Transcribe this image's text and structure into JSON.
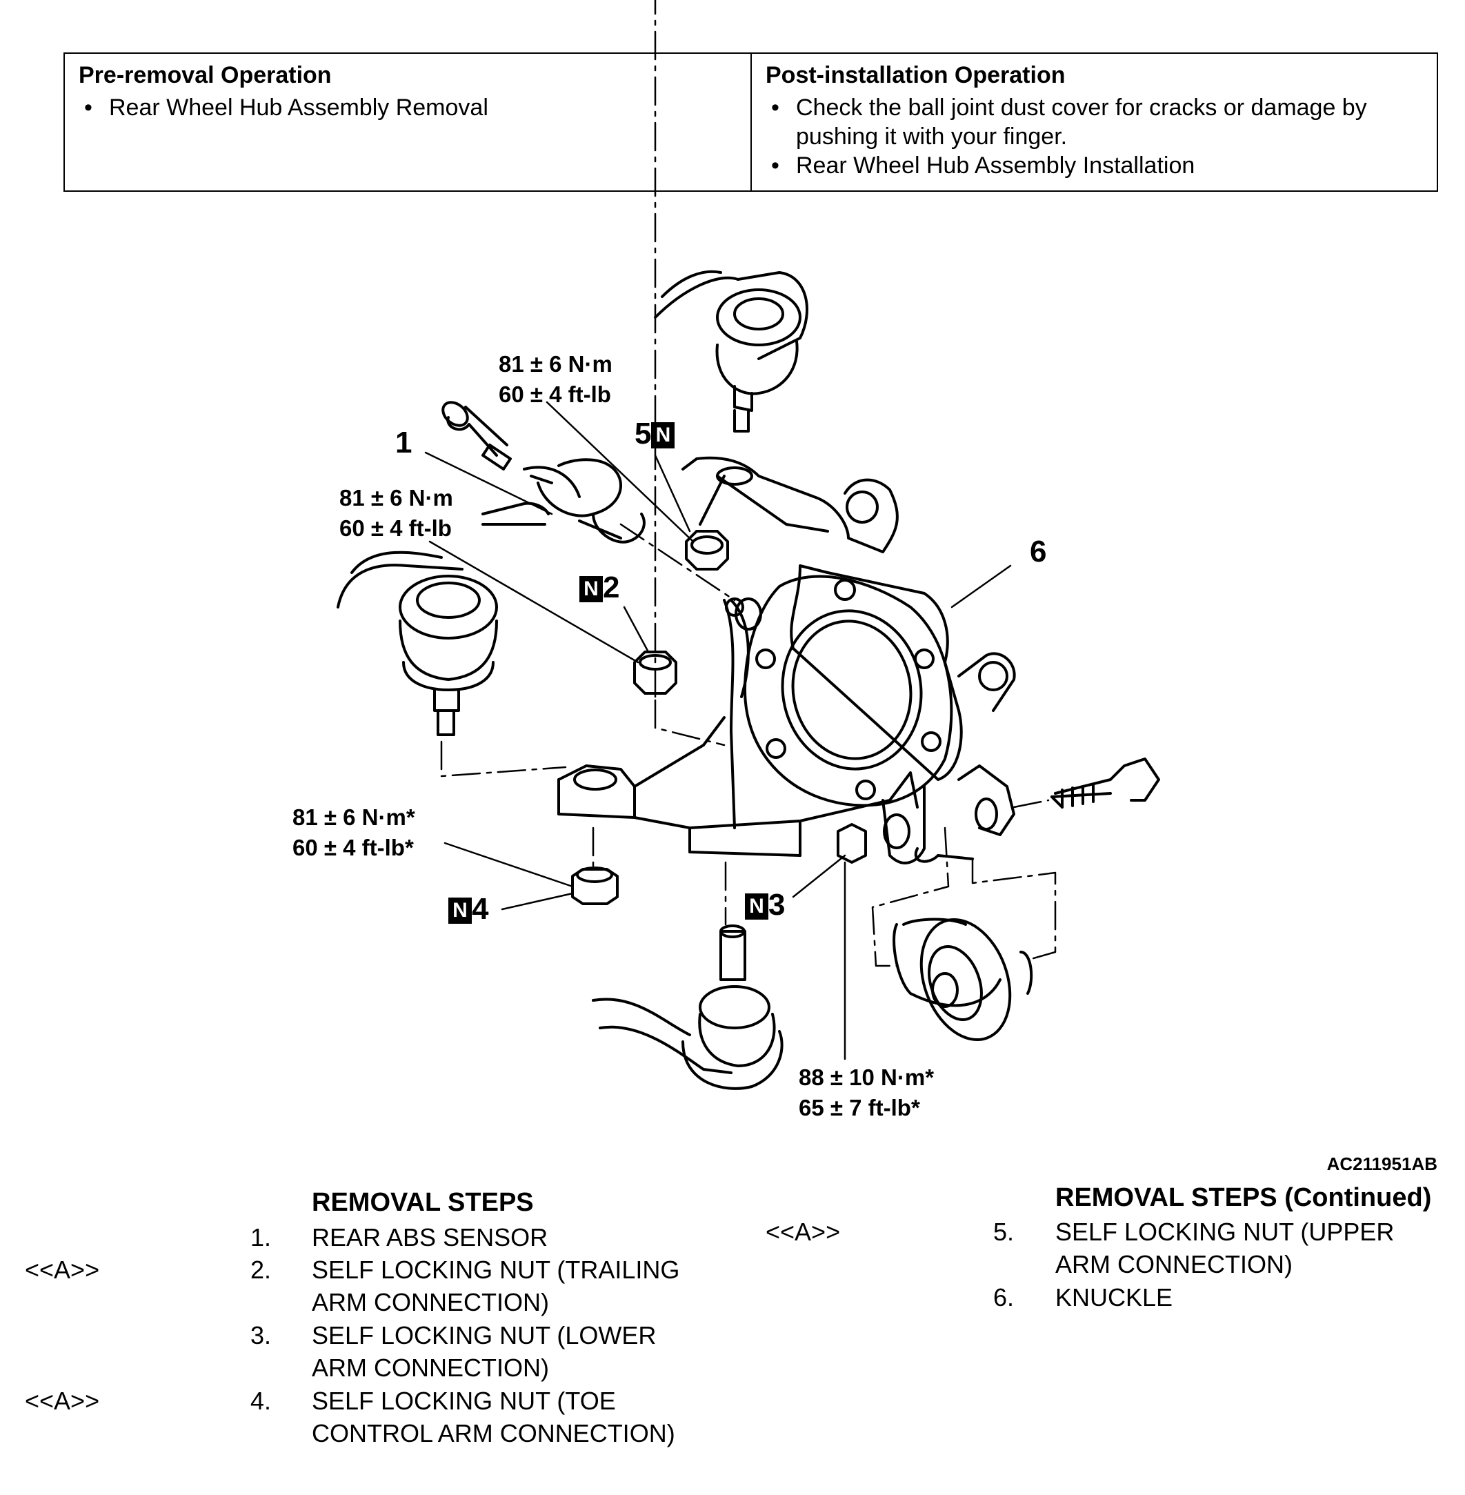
{
  "operations": {
    "pre": {
      "title": "Pre-removal Operation",
      "items": [
        "Rear Wheel Hub Assembly Removal"
      ]
    },
    "post": {
      "title": "Post-installation Operation",
      "items": [
        "Check the ball joint dust cover for cracks or damage by",
        "pushing it with your finger.",
        "Rear Wheel Hub Assembly Installation"
      ]
    }
  },
  "diagram": {
    "torque_top": [
      "81 ± 6 N·m",
      "60 ± 4 ft-lb"
    ],
    "torque_mid": [
      "81 ± 6 N·m",
      "60 ± 4 ft-lb"
    ],
    "torque_left": [
      "81 ± 6 N·m*",
      "60 ± 4 ft-lb*"
    ],
    "torque_bottom": [
      "88 ± 10 N·m*",
      "65 ± 7 ft-lb*"
    ],
    "callouts": {
      "c1": "1",
      "c2": "2",
      "c3": "3",
      "c4": "4",
      "c5": "5",
      "c6": "6",
      "n": "N"
    },
    "figure_id": "AC211951AB"
  },
  "steps": {
    "left_heading": "REMOVAL STEPS",
    "right_heading": "REMOVAL STEPS (Continued)",
    "marker": "<<A>>",
    "left": [
      {
        "num": "1.",
        "lines": [
          "REAR ABS SENSOR"
        ]
      },
      {
        "num": "2.",
        "lines": [
          "SELF LOCKING NUT (TRAILING",
          "ARM CONNECTION)"
        ]
      },
      {
        "num": "3.",
        "lines": [
          "SELF LOCKING NUT (LOWER",
          "ARM CONNECTION)"
        ]
      },
      {
        "num": "4.",
        "lines": [
          "SELF LOCKING NUT (TOE",
          "CONTROL ARM CONNECTION)"
        ]
      }
    ],
    "right": [
      {
        "num": "5.",
        "lines": [
          "SELF LOCKING NUT (UPPER",
          "ARM CONNECTION)"
        ]
      },
      {
        "num": "6.",
        "lines": [
          "KNUCKLE"
        ]
      }
    ]
  }
}
